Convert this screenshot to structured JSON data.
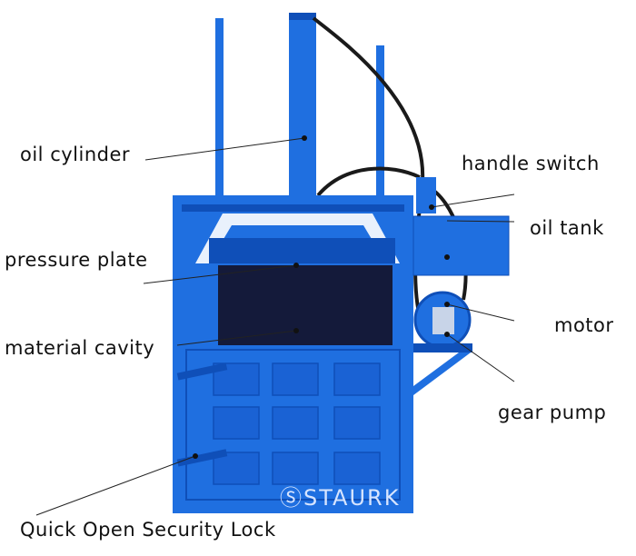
{
  "labels": {
    "oil_cylinder": "oil cylinder",
    "handle_switch": "handle switch",
    "oil_tank": "oil tank",
    "pressure_plate": "pressure plate",
    "motor": "motor",
    "material_cavity": "material cavity",
    "gear_pump": "gear pump",
    "security_lock": "Quick Open Security Lock"
  },
  "watermark": "STAURK",
  "colors": {
    "machine_blue": "#1f6fe0",
    "dark_blue": "#0f4fb8",
    "cavity": "#141a3a",
    "hose": "#1a1a1a"
  }
}
